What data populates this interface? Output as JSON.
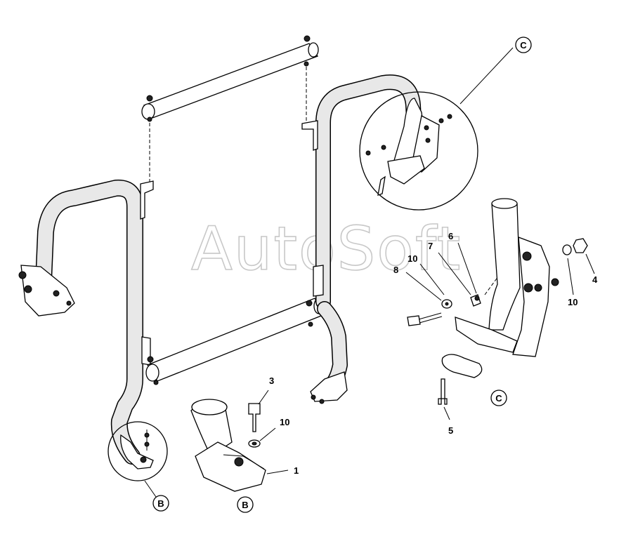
{
  "watermark": "AutoSoft",
  "callouts": {
    "c1": "1",
    "c3": "3",
    "c4": "4",
    "c5": "5",
    "c6": "6",
    "c7": "7",
    "c8": "8",
    "c10a": "10",
    "c10b": "10",
    "c10c": "10"
  },
  "detail_labels": {
    "c_top": "C",
    "c_bottom": "C",
    "b_circle": "B",
    "b_detail": "B"
  }
}
